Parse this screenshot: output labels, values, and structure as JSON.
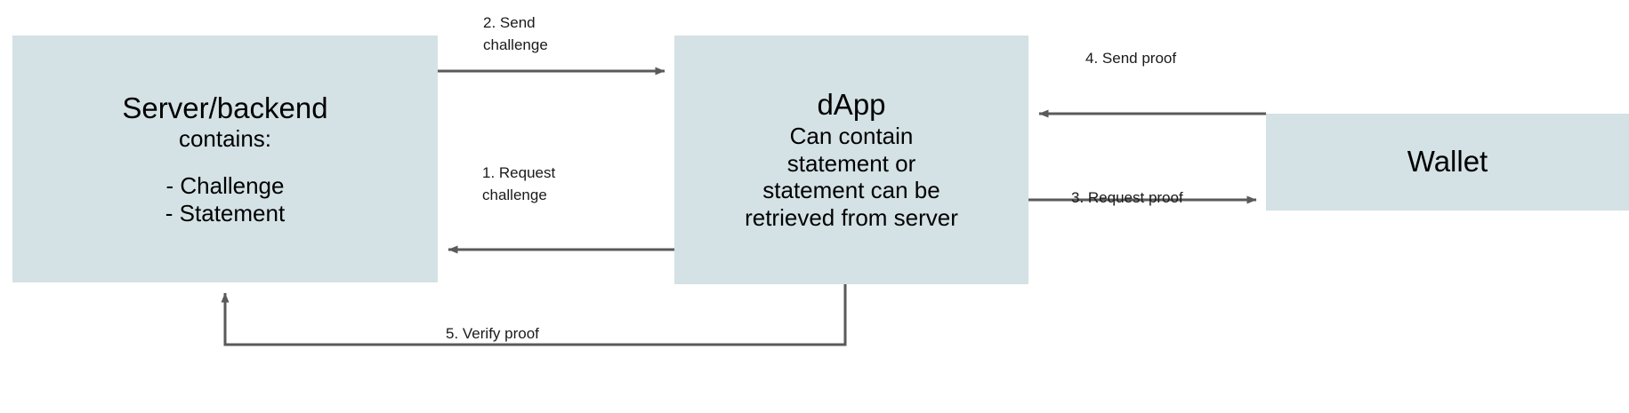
{
  "diagram": {
    "title": "Challenge-response proof flow between server, dApp and wallet",
    "colors": {
      "node_fill": "#d4e1e5",
      "edge_stroke": "#5a5a5a",
      "text": "#000000"
    },
    "nodes": [
      {
        "id": "server",
        "title": "Server/backend",
        "subtitle": "contains:",
        "items": [
          "- Challenge",
          "- Statement"
        ]
      },
      {
        "id": "dapp",
        "title": "dApp",
        "lines": [
          "Can contain",
          "statement or",
          "statement can be",
          "retrieved from server"
        ]
      },
      {
        "id": "wallet",
        "title": "Wallet"
      }
    ],
    "edges": [
      {
        "id": "edge-2",
        "label": "2. Send\nchallenge",
        "from": "server",
        "to": "dapp",
        "direction": "right"
      },
      {
        "id": "edge-1",
        "label": "1. Request\nchallenge",
        "from": "dapp",
        "to": "server",
        "direction": "left"
      },
      {
        "id": "edge-4",
        "label": "4. Send proof",
        "from": "wallet",
        "to": "dapp",
        "direction": "left"
      },
      {
        "id": "edge-3",
        "label": "3. Request proof",
        "from": "dapp",
        "to": "wallet",
        "direction": "right"
      },
      {
        "id": "edge-5",
        "label": "5. Verify proof",
        "from": "dapp",
        "to": "server",
        "direction": "up"
      }
    ]
  }
}
